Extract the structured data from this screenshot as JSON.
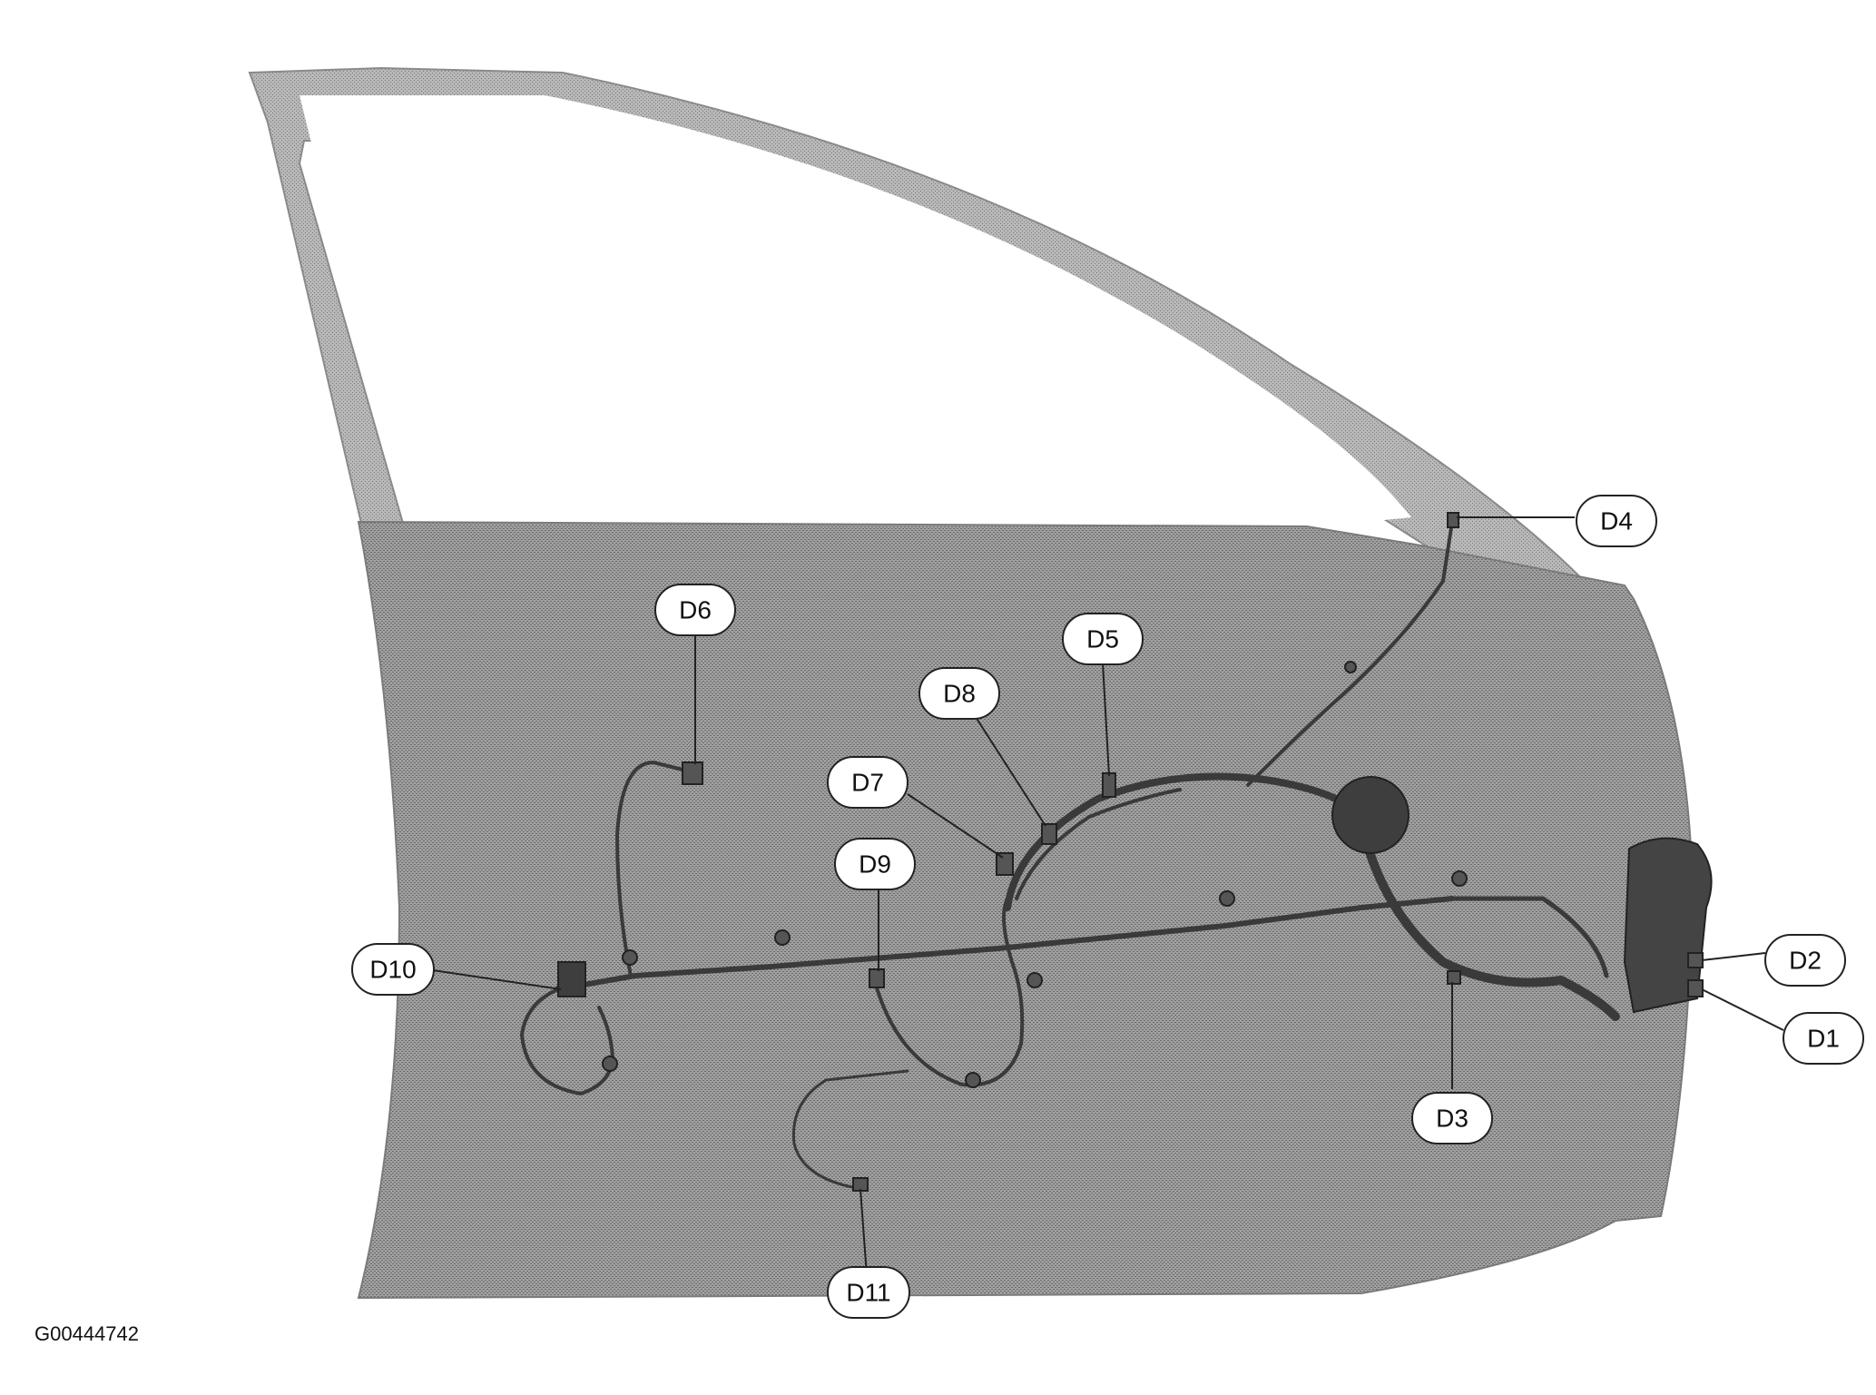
{
  "figure_id": "G00444742",
  "callouts": [
    {
      "id": "D1",
      "label": "D1"
    },
    {
      "id": "D2",
      "label": "D2"
    },
    {
      "id": "D3",
      "label": "D3"
    },
    {
      "id": "D4",
      "label": "D4"
    },
    {
      "id": "D5",
      "label": "D5"
    },
    {
      "id": "D6",
      "label": "D6"
    },
    {
      "id": "D7",
      "label": "D7"
    },
    {
      "id": "D8",
      "label": "D8"
    },
    {
      "id": "D9",
      "label": "D9"
    },
    {
      "id": "D10",
      "label": "D10"
    },
    {
      "id": "D11",
      "label": "D11"
    }
  ],
  "colors": {
    "door_fill": "#a8a8a8",
    "frame_fill": "#bdbdbd",
    "harness": "#3a3a3a",
    "connector": "#555555",
    "callout_border": "#222222"
  }
}
